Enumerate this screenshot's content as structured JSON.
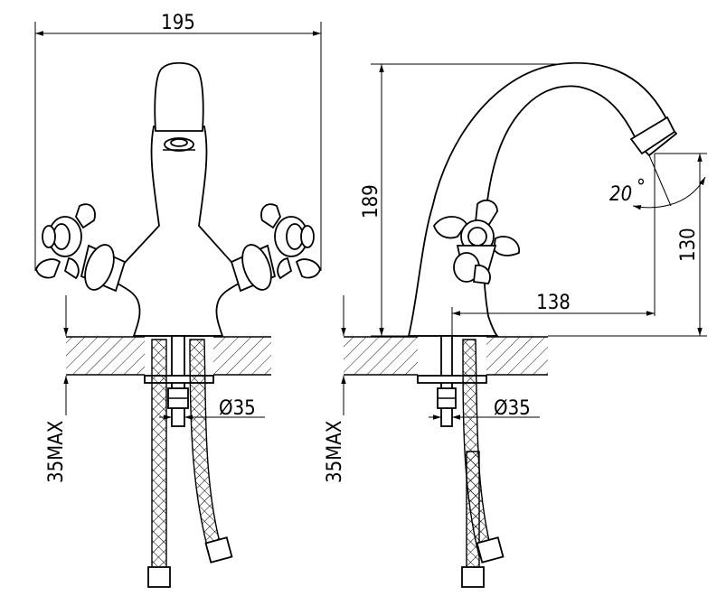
{
  "dimensions": {
    "width_total": "195",
    "height_total": "189",
    "spout_height": "130",
    "spout_reach": "138",
    "spout_angle": "20",
    "degree_symbol": "°",
    "hole_diameter_front": "Ø35",
    "hole_diameter_side": "Ø35",
    "max_thickness_front": "35MAX",
    "max_thickness_side": "35MAX"
  }
}
